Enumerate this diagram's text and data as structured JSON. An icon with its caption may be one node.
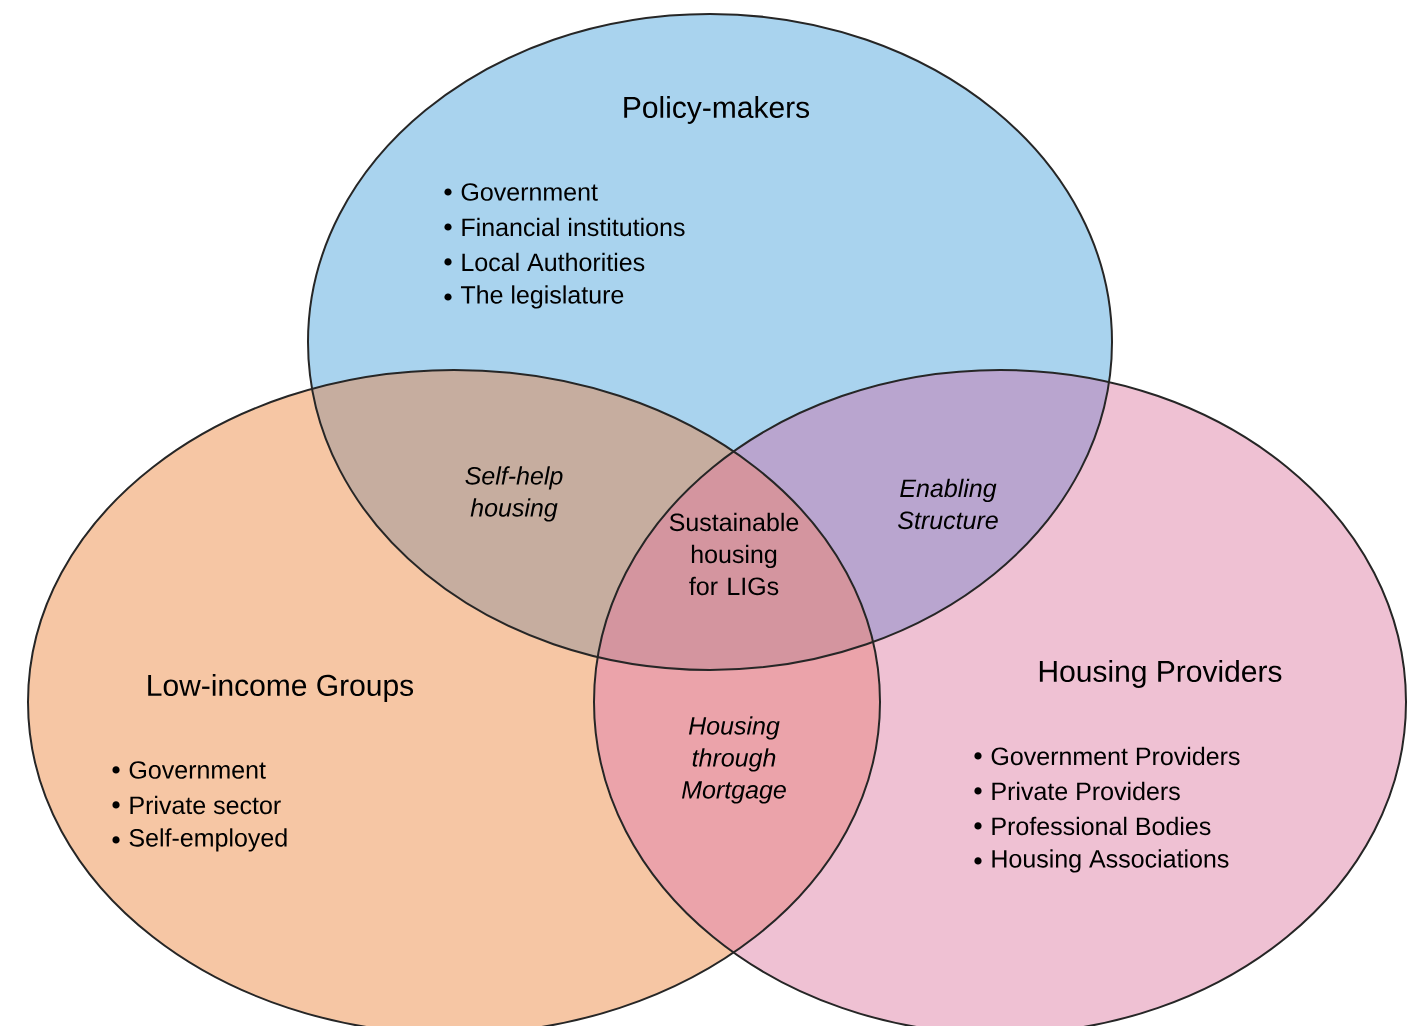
{
  "diagram": {
    "nodes": [
      {
        "text": [
          "Policy-makers",
          "Government",
          "Financial institutions",
          "Local Authorities",
          "The legislature"
        ]
      },
      {
        "text": [
          "Low-income Groups",
          "Government",
          "Private sector",
          "Self-employed"
        ]
      },
      {
        "text": [
          "Housing Providers",
          "Government Providers",
          "Private Providers",
          "Professional Bodies",
          "Housing Associations"
        ]
      }
    ],
    "edges": [],
    "labels": [
      "Self-help housing",
      "Enabling Structure",
      "Sustainable housing for LIGs",
      "Housing through Mortgage"
    ]
  }
}
